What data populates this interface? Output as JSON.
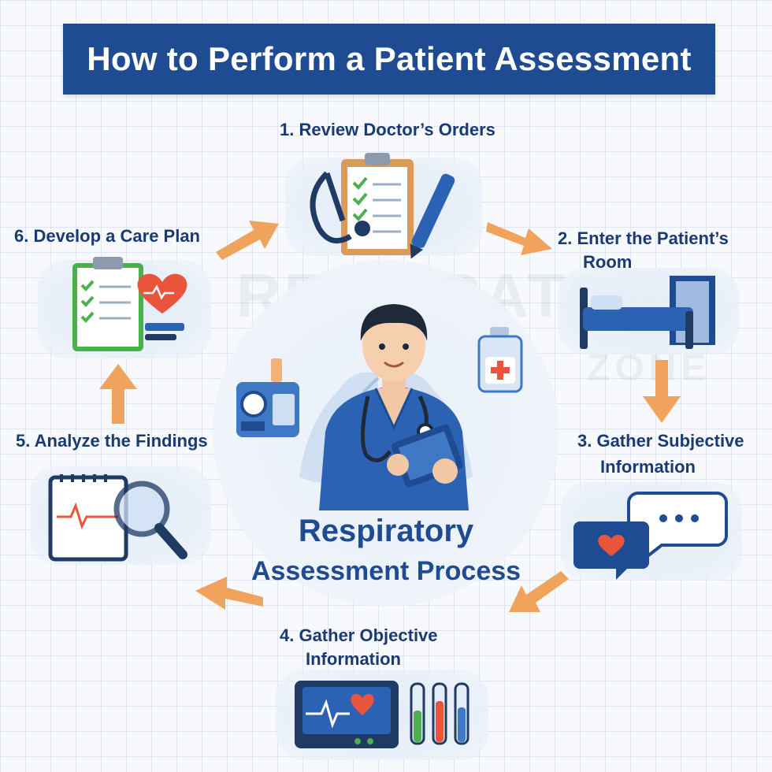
{
  "title": "How to Perform a Patient Assessment",
  "center": {
    "line1": "Respiratory",
    "line2": "Assessment Process"
  },
  "watermark": {
    "main": "RESPIRATORY",
    "sub": "ZONE"
  },
  "steps": [
    {
      "label": "1. Review Doctor’s Orders",
      "icon": "clipboard-stethoscope-icon"
    },
    {
      "label_line1": "2. Enter the Patient’s",
      "label_line2": "Room",
      "icon": "hospital-bed-icon"
    },
    {
      "label_line1": "3. Gather Subjective",
      "label_line2": "Information",
      "icon": "chat-bubbles-icon"
    },
    {
      "label_line1": "4. Gather Objective",
      "label_line2": "Information",
      "icon": "vital-monitor-icon"
    },
    {
      "label": "5. Analyze the Findings",
      "icon": "magnifier-chart-icon"
    },
    {
      "label": "6. Develop a Care Plan",
      "icon": "care-plan-clipboard-icon"
    }
  ],
  "colors": {
    "banner": "#1f4b93",
    "heading_text": "#1a3a73",
    "arrow": "#f0a35c",
    "accent_red": "#e8553c",
    "accent_green": "#4caf50",
    "card_bg": "#e6eef9"
  }
}
